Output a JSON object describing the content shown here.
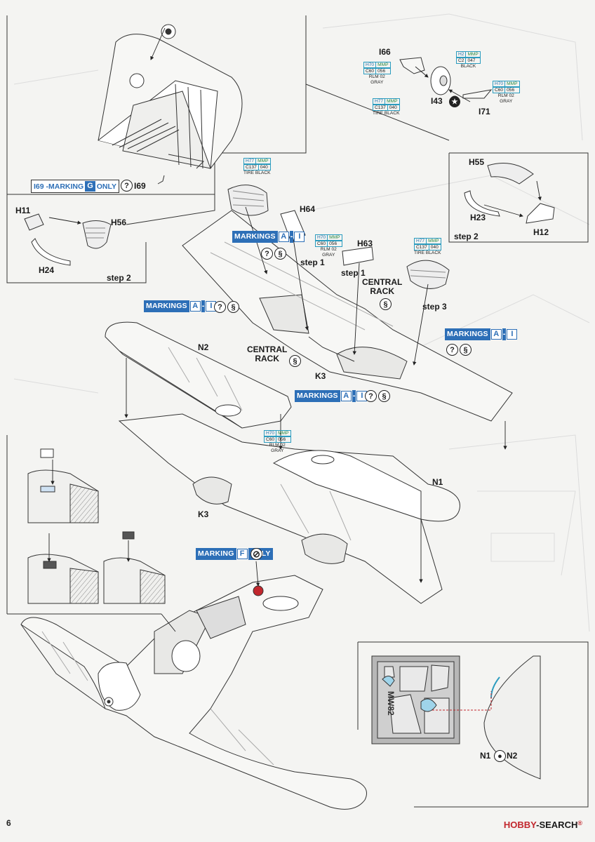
{
  "page_number": "6",
  "watermark": {
    "brand": "HOBBY",
    "suffix": "SEARCH",
    "separator": "-",
    "reg": "®"
  },
  "parts": {
    "i66": "I66",
    "i43": "I43",
    "i71": "I71",
    "h11": "H11",
    "h56": "H56",
    "h24": "H24",
    "h64": "H64",
    "h63": "H63",
    "h55": "H55",
    "h23": "H23",
    "h12": "H12",
    "n2": "N2",
    "n1": "N1",
    "k3_upper": "K3",
    "k3_lower": "K3",
    "i69_ref": "I69",
    "n1_bottom": "N1",
    "n2_bottom": "N2"
  },
  "steps": {
    "left_step2": "step 2",
    "right_step2": "step 2",
    "step1_a": "step 1",
    "step1_b": "step 1",
    "step3": "step 3"
  },
  "racks": {
    "upper": [
      "CENTRAL",
      "RACK"
    ],
    "lower": [
      "CENTRAL",
      "RACK"
    ]
  },
  "markings": {
    "i69": {
      "prefix": "I69 - ",
      "word": "MARKING",
      "letter": "G",
      "suffix": "ONLY"
    },
    "mk1": {
      "word": "MARKINGS",
      "from": "A",
      "dash": "-",
      "to": "I"
    },
    "mk2": {
      "word": "MARKINGS",
      "from": "A",
      "dash": "-",
      "to": "I"
    },
    "mk3": {
      "word": "MARKINGS",
      "from": "A",
      "dash": "-",
      "to": "I"
    },
    "mk4": {
      "word": "MARKINGS",
      "from": "A",
      "dash": "-",
      "to": "I"
    },
    "f": {
      "word": "MARKING",
      "letter": "F",
      "suffix": "ONLY"
    }
  },
  "symbols": {
    "question": "?",
    "sign": "§"
  },
  "paints": {
    "p_h70_a": {
      "a": "H70",
      "b": "MMP",
      "c": "C60",
      "d": "056",
      "name1": "RLM 02",
      "name2": "GRAY"
    },
    "p_h2": {
      "a": "H2",
      "b": "MMP",
      "c": "C2",
      "d": "047",
      "name1": "BLACK",
      "name2": ""
    },
    "p_h77_a": {
      "a": "H77",
      "b": "MMP",
      "c": "C137",
      "d": "040",
      "name1": "TIRE BLACK",
      "name2": ""
    },
    "p_h70_b": {
      "a": "H70",
      "b": "MMP",
      "c": "C60",
      "d": "056",
      "name1": "RLM 02",
      "name2": "GRAY"
    },
    "p_h77_b": {
      "a": "H77",
      "b": "MMP",
      "c": "C137",
      "d": "040",
      "name1": "TIRE BLACK",
      "name2": ""
    },
    "p_h70_c": {
      "a": "H70",
      "b": "MMP",
      "c": "C60",
      "d": "056",
      "name1": "RLM 02",
      "name2": "GRAY"
    },
    "p_h77_c": {
      "a": "H77",
      "b": "MMP",
      "c": "C137",
      "d": "040",
      "name1": "TIRE BLACK",
      "name2": ""
    },
    "p_h70_d": {
      "a": "H70",
      "b": "MMP",
      "c": "C60",
      "d": "056",
      "name1": "RLM 02",
      "name2": "GRAY"
    }
  },
  "photoetch_text": "MW82",
  "colors": {
    "marking_blue": "#2d6fb7",
    "paint_border": "#2b9cbf",
    "cap_red": "#c2272d"
  }
}
